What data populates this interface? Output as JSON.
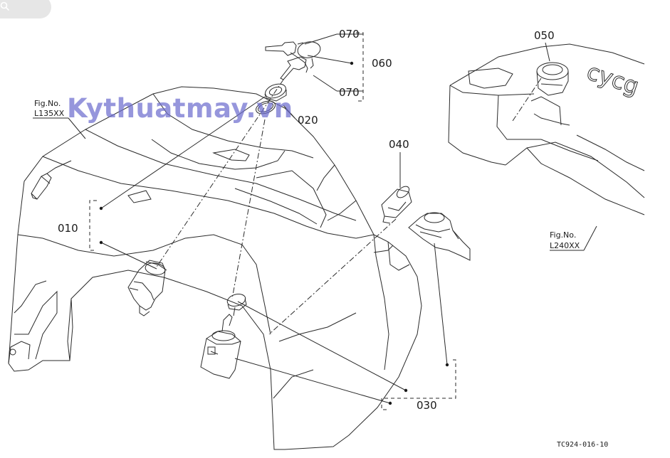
{
  "labels": {
    "p070a": "070",
    "p060": "060",
    "p070b": "070",
    "p020": "020",
    "p040": "040",
    "p010": "010",
    "p030": "030",
    "p050": "050"
  },
  "figs": [
    {
      "title": "Fig.No.",
      "code": "L135XX"
    },
    {
      "title": "Fig.No.",
      "code": "L240XX"
    }
  ],
  "drawing_code": "TC924-016-10",
  "watermark": "Kythuatmay.vn",
  "tank_text": "cycg"
}
